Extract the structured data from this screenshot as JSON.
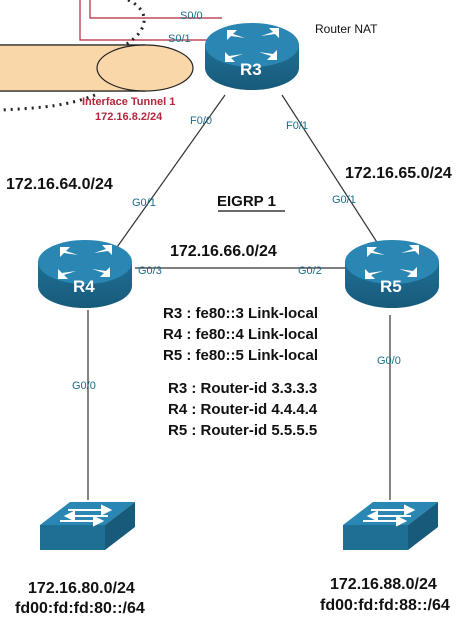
{
  "routers": {
    "r3": {
      "label": "R3",
      "note": "Router NAT"
    },
    "r4": {
      "label": "R4"
    },
    "r5": {
      "label": "R5"
    }
  },
  "interfaces": {
    "s0_0": "S0/0",
    "s0_1": "S0/1",
    "r3_f0_0": "F0/0",
    "r3_f0_1": "F0/1",
    "r4_g0_1": "G0/1",
    "r5_g0_1": "G0/1",
    "r4_g0_3": "G0/3",
    "r5_g0_2": "G0/2",
    "r4_g0_0": "G0/0",
    "r5_g0_0": "G0/0"
  },
  "tunnel": {
    "name": "Interface Tunnel 1",
    "address": "172.16.8.2/24"
  },
  "networks": {
    "left_link": "172.16.64.0/24",
    "right_link": "172.16.65.0/24",
    "bottom_link": "172.16.66.0/24",
    "lan_r4_v4": "172.16.80.0/24",
    "lan_r4_v6": "fd00:fd:fd:80::/64",
    "lan_r5_v4": "172.16.88.0/24",
    "lan_r5_v6": "fd00:fd:fd:88::/64"
  },
  "protocol": "EIGRP 1",
  "link_local": [
    "R3 : fe80::3 Link-local",
    "R4 : fe80::4 Link-local",
    "R5 : fe80::5 Link-local"
  ],
  "router_ids": [
    "R3 : Router-id 3.3.3.3",
    "R4 : Router-id 4.4.4.4",
    "R5 : Router-id 5.5.5.5"
  ],
  "colors": {
    "device_blue": "#1f6f95",
    "device_top": "#2a86b3",
    "link_red": "#b3263b",
    "iface_teal": "#1a6e8a",
    "tunnel_fill": "#fad7a8"
  }
}
